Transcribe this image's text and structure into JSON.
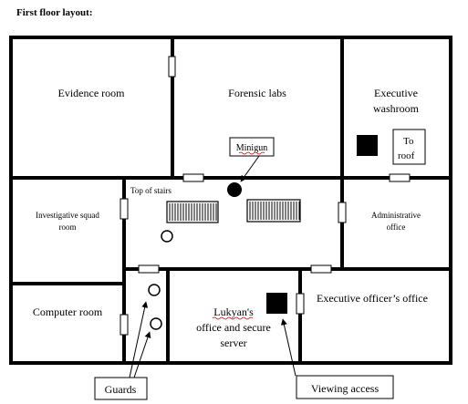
{
  "title": "First floor layout:",
  "colors": {
    "ink": "#000000",
    "paper": "#ffffff",
    "wavy_underline": "#cc0000"
  },
  "rooms": {
    "evidence_room": "Evidence room",
    "forensic_labs": "Forensic labs",
    "executive_washroom_line1": "Executive",
    "executive_washroom_line2": "washroom",
    "investigative_line1": "Investigative squad",
    "investigative_line2": "room",
    "administrative_line1": "Administrative",
    "administrative_line2": "office",
    "computer_room": "Computer room",
    "lukyan_line1": "Lukyan's",
    "lukyan_line2": "office and secure",
    "lukyan_line3": "server",
    "executive_officer": "Executive officer’s office"
  },
  "labels": {
    "top_of_stairs": "Top of stairs",
    "to_roof_line1": "To",
    "to_roof_line2": "roof",
    "minigun": "Minigun",
    "guards": "Guards",
    "viewing_access": "Viewing access"
  },
  "icons": {
    "stairs": "hatched-rectangle",
    "roof_access": "filled-square",
    "server": "filled-square",
    "minigun": "filled-circle",
    "guard": "open-circle",
    "door": "small-rectangle"
  }
}
